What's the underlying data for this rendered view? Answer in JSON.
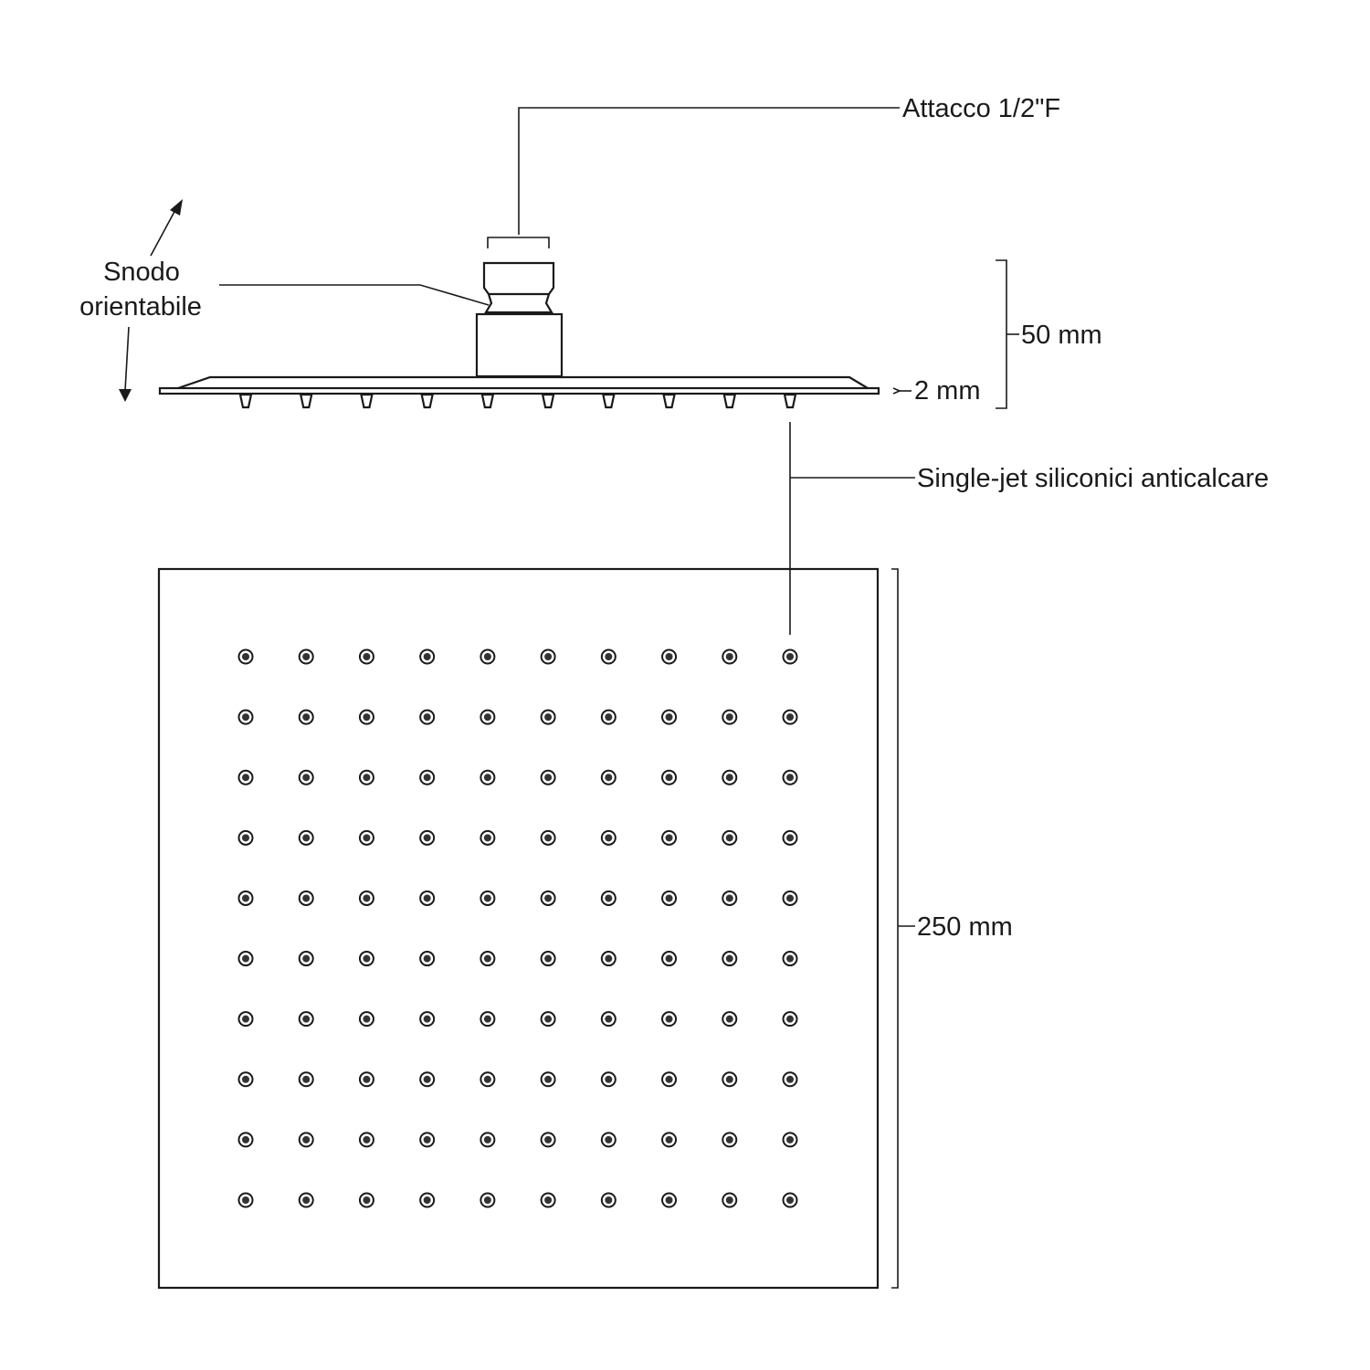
{
  "labels": {
    "connection": "Attacco 1/2\"F",
    "joint_line1": "Snodo",
    "joint_line2": "orientabile",
    "height": "50 mm",
    "thickness": "2 mm",
    "nozzles": "Single-jet siliconici anticalcare",
    "width": "250 mm"
  },
  "nozzle_grid": {
    "rows": 10,
    "cols": 10
  },
  "colors": {
    "line": "#1a1a1a",
    "background": "#ffffff"
  }
}
